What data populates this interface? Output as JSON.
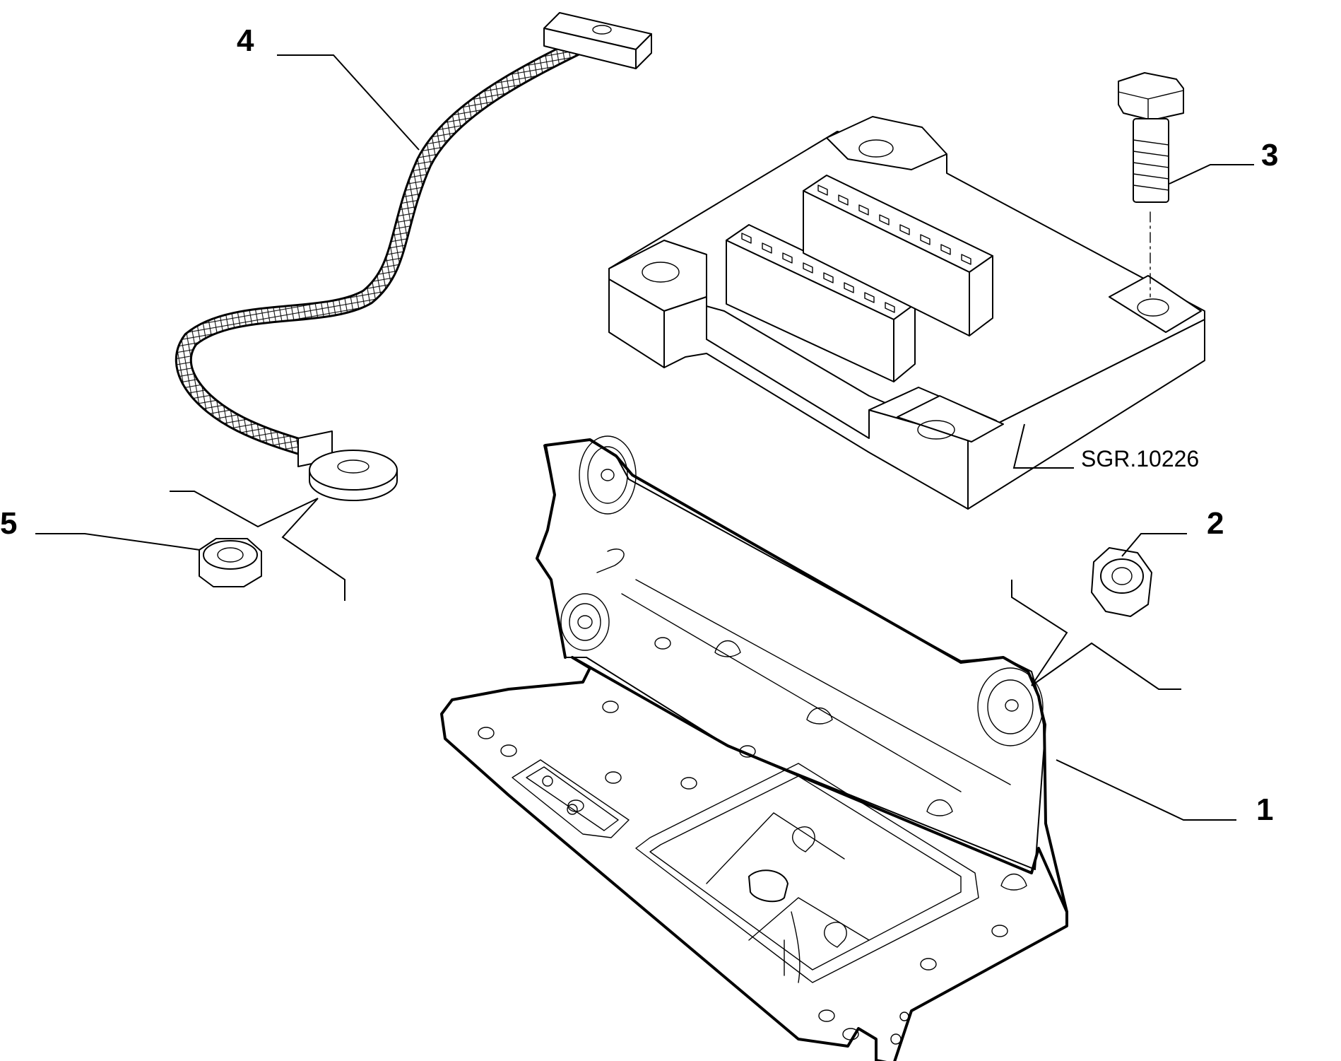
{
  "diagram": {
    "reference_code": "SGR.10226",
    "callouts": [
      {
        "id": "1",
        "label": "1"
      },
      {
        "id": "2",
        "label": "2"
      },
      {
        "id": "3",
        "label": "3"
      },
      {
        "id": "4",
        "label": "4"
      },
      {
        "id": "5",
        "label": "5"
      }
    ]
  }
}
